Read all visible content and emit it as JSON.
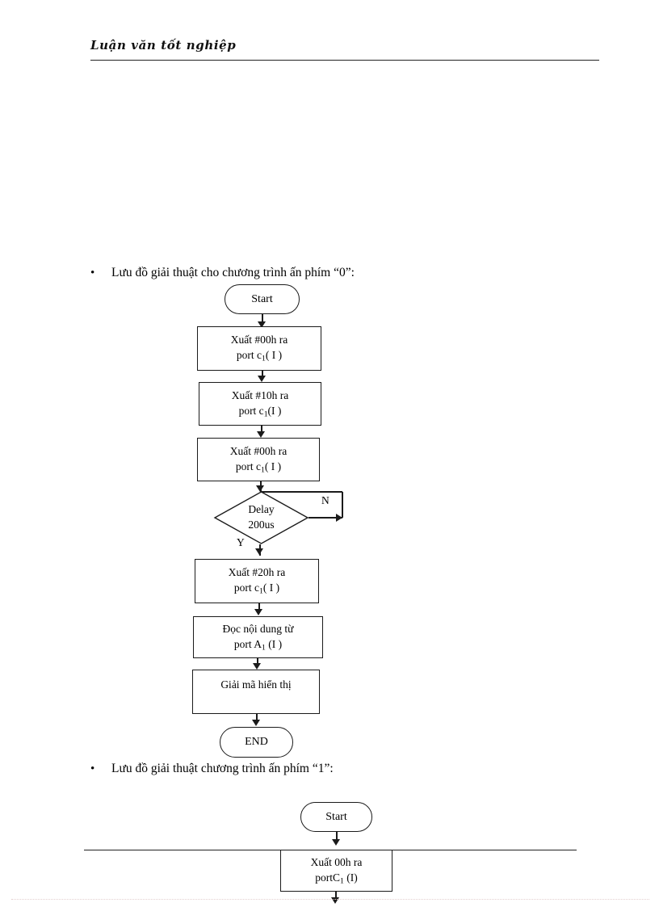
{
  "header": {
    "title": "Luận văn tốt nghiệp"
  },
  "body": {
    "bullet1": {
      "marker": "•",
      "text": "Lưu đồ giải thuật cho chương trình ấn phím “0”:"
    },
    "bullet2": {
      "marker": "•",
      "text": "Lưu đồ giải thuật chương trình ấn phím “1”:"
    }
  },
  "flowchart1": {
    "start": "Start",
    "node1": {
      "line1": "Xuất #00h ra",
      "line2_pre": "port c",
      "line2_sub": "1",
      "line2_post": "( I )"
    },
    "node2": {
      "line1": "Xuất #10h ra",
      "line2_pre": "port c",
      "line2_sub": "1",
      "line2_post": "(I )"
    },
    "node3": {
      "line1": "Xuất #00h ra",
      "line2_pre": "port c",
      "line2_sub": "1",
      "line2_post": "( I )"
    },
    "decision": {
      "line1": "Delay",
      "line2": "200us",
      "yes_label": "Y",
      "no_label": "N"
    },
    "node4": {
      "line1": "Xuất #20h ra",
      "line2_pre": "port c",
      "line2_sub": "1",
      "line2_post": "( I )"
    },
    "node5": {
      "line1": "Đọc nội dung từ",
      "line2_pre": "port A",
      "line2_sub": "1",
      "line2_post": " (I )"
    },
    "node6": {
      "line1": "Giải mã hiển thị"
    },
    "end": "END"
  },
  "flowchart2": {
    "start": "Start",
    "node1": {
      "line1": "Xuất 00h ra",
      "line2_pre": "portC",
      "line2_sub": "1",
      "line2_post": " (I)"
    }
  }
}
